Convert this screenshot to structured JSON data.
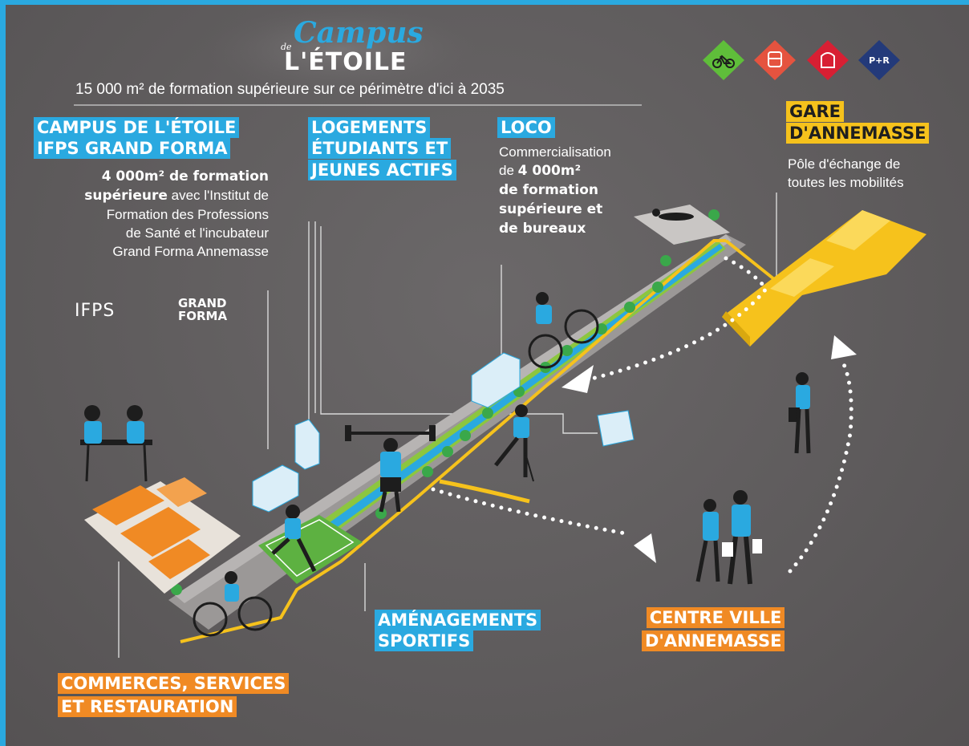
{
  "header": {
    "logo_de": "de",
    "logo_campus": "Campus",
    "logo_etoile": "L'ÉTOILE",
    "subtitle": "15 000 m² de formation supérieure sur ce périmètre d'ici à 2035"
  },
  "transport_badges": [
    {
      "icon": "bicycle-icon",
      "color": "#5fbe3a"
    },
    {
      "icon": "bus-icon",
      "color": "#e5533f"
    },
    {
      "icon": "tram-icon",
      "color": "#d81f33"
    },
    {
      "icon": "park-and-ride-icon",
      "label": "P+R",
      "color": "#233a7a"
    }
  ],
  "campus_block": {
    "title_line1": "CAMPUS DE L'ÉTOILE",
    "title_line2": "IFPS GRAND FORMA",
    "desc_bold1": "4 000m² de formation",
    "desc_bold2": "supérieure",
    "desc_rest1": " avec l'Institut de",
    "desc_line3": "Formation des Professions",
    "desc_line4": "de Santé et l'incubateur",
    "desc_line5": "Grand Forma Annemasse",
    "logo_ifps": "IFPS",
    "logo_gf1": "GRAND",
    "logo_gf2": "FORMA"
  },
  "logements_block": {
    "title": "LOGEMENTS ÉTUDIANTS ET JEUNES ACTIFS"
  },
  "loco_block": {
    "title": "LOCO",
    "line1": "Commercialisation",
    "line2_pre": "de ",
    "line2_bold": "4 000m²",
    "line3": "de formation",
    "line4": "supérieure et",
    "line5": "de bureaux"
  },
  "gare_block": {
    "title_line1": "GARE",
    "title_line2": "D'ANNEMASSE",
    "desc_line1": "Pôle d'échange de",
    "desc_line2": "toutes les mobilités"
  },
  "amenagements_block": {
    "line1": "AMÉNAGEMENTS",
    "line2": "SPORTIFS"
  },
  "centre_block": {
    "line1": "CENTRE VILLE",
    "line2": "D'ANNEMASSE"
  },
  "commerces_block": {
    "line1": "COMMERCES, SERVICES",
    "line2": "ET RESTAURATION"
  },
  "colors": {
    "accent_blue": "#2aa9e0",
    "accent_orange": "#f08a24",
    "accent_yellow": "#f6c21c",
    "path_green": "#8cc63f",
    "background": "#615e5f"
  }
}
